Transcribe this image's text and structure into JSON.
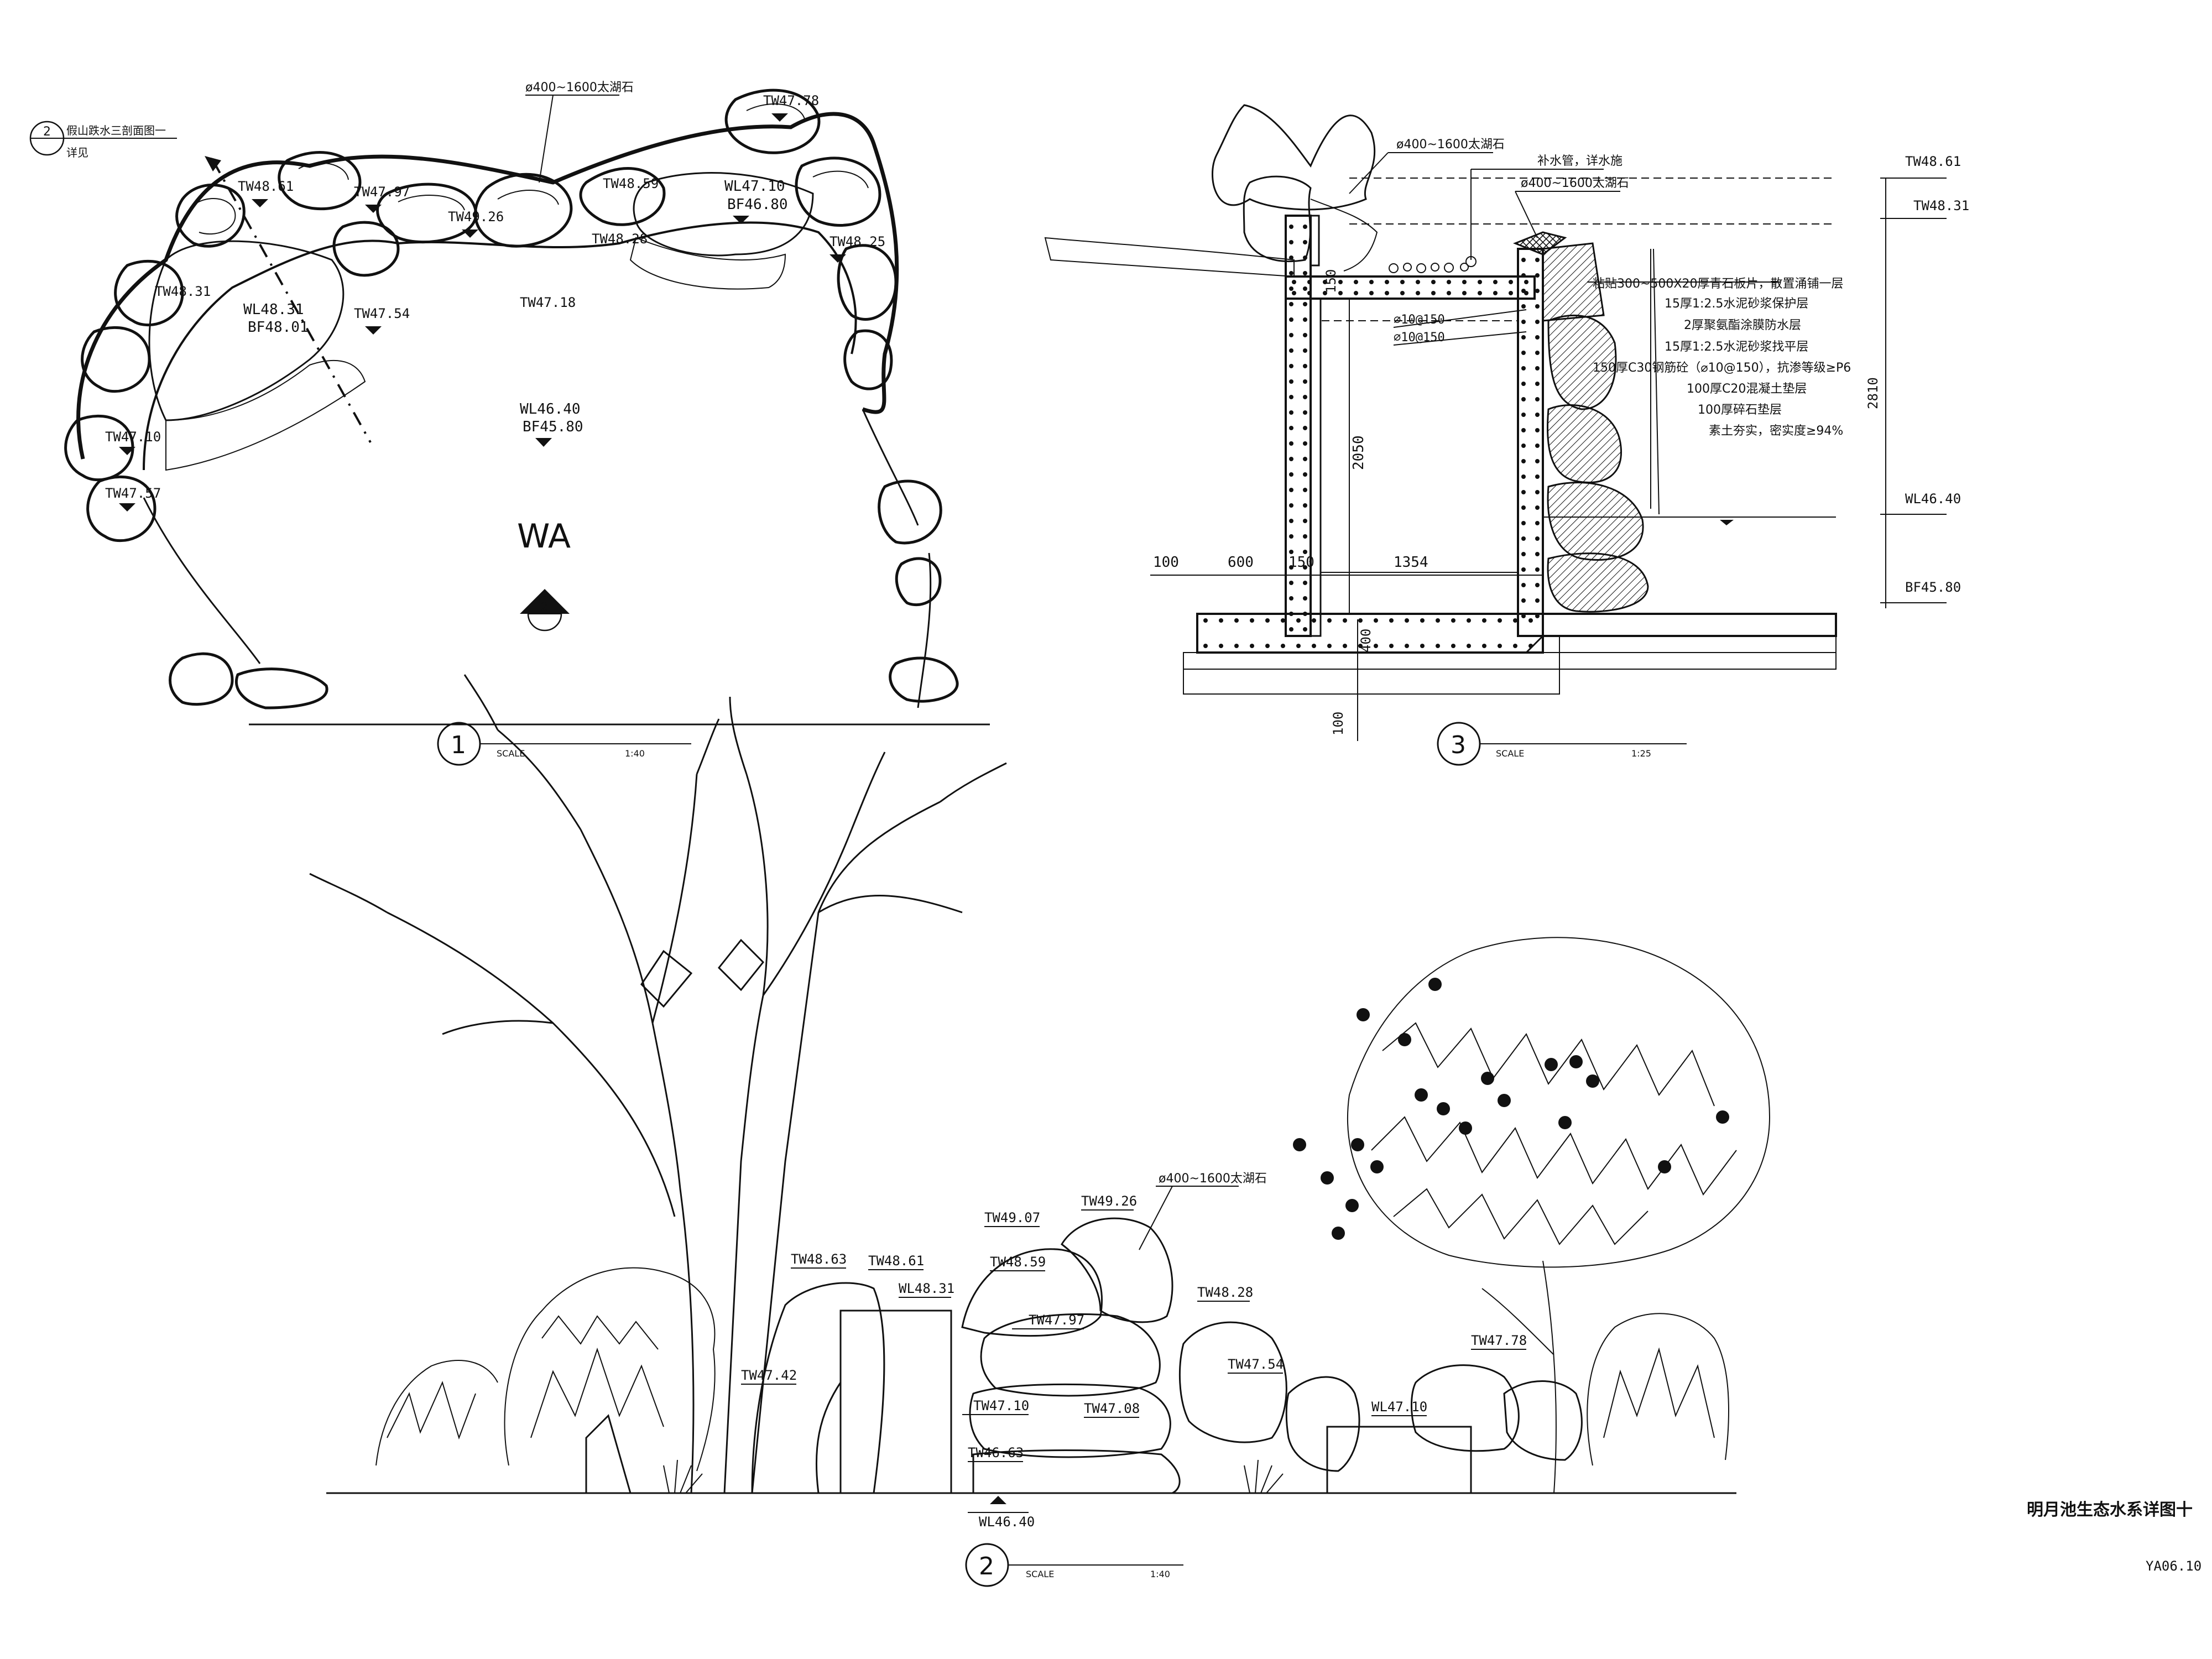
{
  "sheet": {
    "title": "明月池生态水系详图十",
    "number": "YA06.10"
  },
  "plan": {
    "label_number": "1",
    "scale_label": "SCALE",
    "scale_value": "1:40",
    "ref_number": "2",
    "ref_note_line1": "假山跌水三剖面图一",
    "ref_note_line2": "详见",
    "rock_note": "ø400~1600太湖石",
    "area_label": "WA",
    "section_marker": "2",
    "elevations": [
      {
        "text": "TW48.61"
      },
      {
        "text": "TW48.31"
      },
      {
        "text": "TW49.26"
      },
      {
        "text": "TW47.78"
      },
      {
        "text": "TW47.97"
      },
      {
        "text": "TW47.54"
      },
      {
        "text": "TW47.18"
      },
      {
        "text": "TW48.25"
      },
      {
        "text": "TW47.57"
      },
      {
        "text": "TW47.10"
      },
      {
        "text": "TW48.59"
      },
      {
        "text": "TW48.28"
      }
    ],
    "pool1_wl": "WL48.31",
    "pool1_bf": "BF48.01",
    "pool2_wl": "WL47.10",
    "pool2_bf": "BF46.80",
    "main_wl": "WL46.40",
    "main_bf": "BF45.80"
  },
  "section": {
    "label_number": "3",
    "scale_label": "SCALE",
    "scale_value": "1:25",
    "rock_note1": "ø400~1600太湖石",
    "rock_note2": "ø400~1600太湖石",
    "pipe_note": "补水管，详水施",
    "rebar1": "⌀10@150",
    "rebar2": "⌀10@150",
    "dim_2050": "2050",
    "dim_2810": "2810",
    "dim_100": "100",
    "dim_600": "600",
    "dim_150": "150",
    "dim_1354": "1354",
    "dim_400": "400",
    "dim_100b": "100",
    "dim_top": "150",
    "levels": [
      {
        "text": "TW48.61"
      },
      {
        "text": "TW48.31"
      },
      {
        "text": "WL46.40"
      },
      {
        "text": "BF45.80"
      }
    ],
    "layers": [
      "粘贴300~500X20厚青石板片，散置涌铺一层",
      "15厚1:2.5水泥砂浆保护层",
      "2厚聚氨酯涂膜防水层",
      "15厚1:2.5水泥砂浆找平层",
      "150厚C30钢筋砼（⌀10@150），抗渗等级≥P6",
      "100厚C20混凝土垫层",
      "100厚碎石垫层",
      "素土夯实，密实度≥94%"
    ]
  },
  "elevation": {
    "label_number": "2",
    "scale_label": "SCALE",
    "scale_value": "1:40",
    "rock_note": "ø400~1600太湖石",
    "base_wl": "WL46.40",
    "marks": [
      {
        "text": "TW49.07"
      },
      {
        "text": "TW49.26"
      },
      {
        "text": "TW48.63"
      },
      {
        "text": "TW48.61"
      },
      {
        "text": "WL48.31"
      },
      {
        "text": "TW48.59"
      },
      {
        "text": "TW48.28"
      },
      {
        "text": "TW47.97"
      },
      {
        "text": "TW47.54"
      },
      {
        "text": "TW47.78"
      },
      {
        "text": "TW47.42"
      },
      {
        "text": "TW47.10"
      },
      {
        "text": "TW47.08"
      },
      {
        "text": "WL47.10"
      },
      {
        "text": "TW46.63"
      }
    ]
  }
}
